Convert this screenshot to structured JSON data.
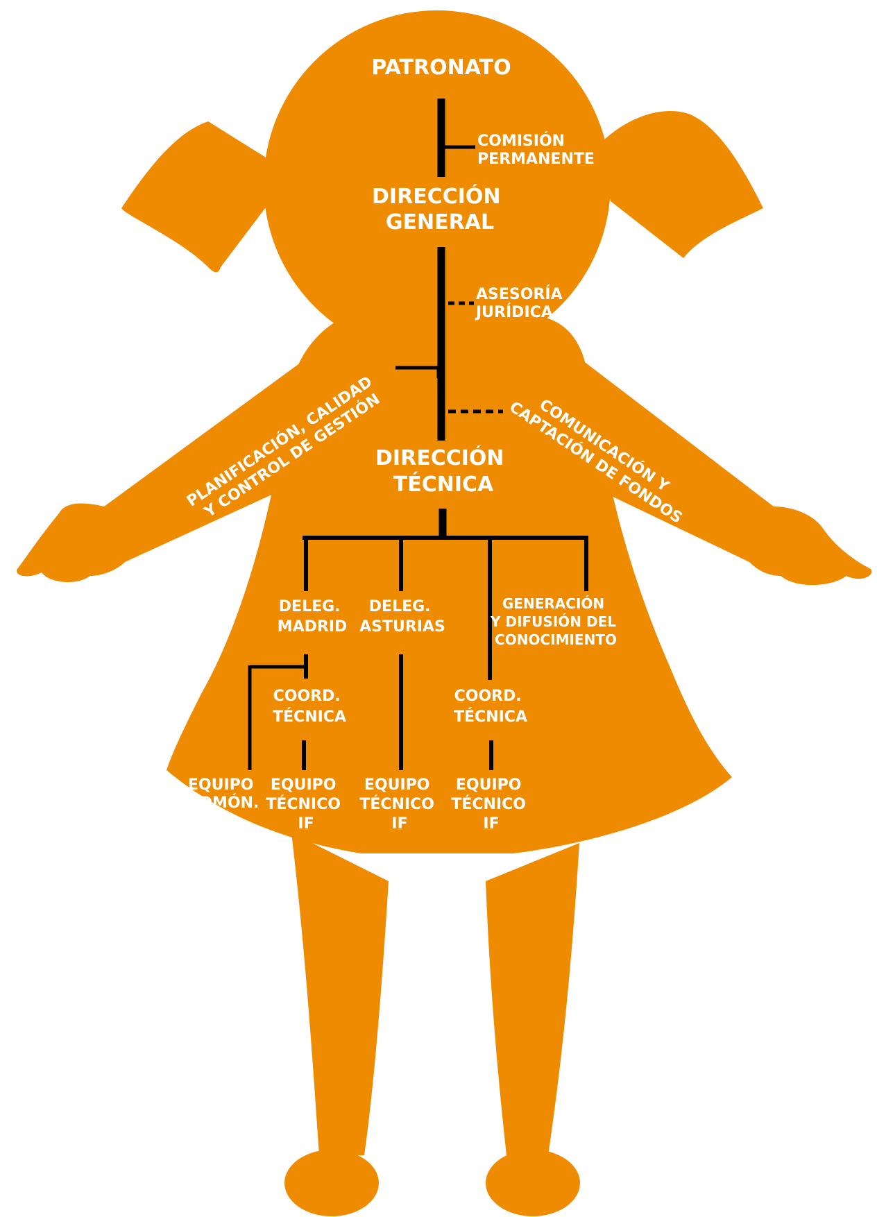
{
  "colors": {
    "figure": "#EF8B00",
    "lines": "#000000",
    "text": "#FFFFFF",
    "background": "#FFFFFF"
  },
  "nodes": {
    "patronato": "PATRONATO",
    "comision": [
      "COMISIÓN",
      "PERMANENTE"
    ],
    "direccion_general": [
      "DIRECCIÓN",
      "GENERAL"
    ],
    "asesoria": [
      "ASESORÍA",
      "JURÍDICA"
    ],
    "planificacion": [
      "PLANIFICACIÓN, CALIDAD",
      "Y CONTROL DE GESTIÓN"
    ],
    "comunicacion": [
      "COMUNICACIÓN Y",
      "CAPTACIÓN DE FONDOS"
    ],
    "direccion_tecnica": [
      "DIRECCIÓN",
      "TÉCNICA"
    ],
    "deleg_madrid": [
      "DELEG.",
      "MADRID"
    ],
    "deleg_asturias": [
      "DELEG.",
      "ASTURIAS"
    ],
    "generacion": [
      "GENERACIÓN",
      "Y DIFUSIÓN DEL",
      "CONOCIMIENTO"
    ],
    "coord_madrid": [
      "COORD.",
      "TÉCNICA"
    ],
    "coord_generacion": [
      "COORD.",
      "TÉCNICA"
    ],
    "equipo_admon": [
      "EQUIPO",
      "ADMÓN."
    ],
    "equipo_tecnico_madrid": [
      "EQUIPO",
      "TÉCNICO",
      "IF"
    ],
    "equipo_tecnico_asturias": [
      "EQUIPO",
      "TÉCNICO",
      "IF"
    ],
    "equipo_tecnico_generacion": [
      "EQUIPO",
      "TÉCNICO",
      "IF"
    ]
  }
}
